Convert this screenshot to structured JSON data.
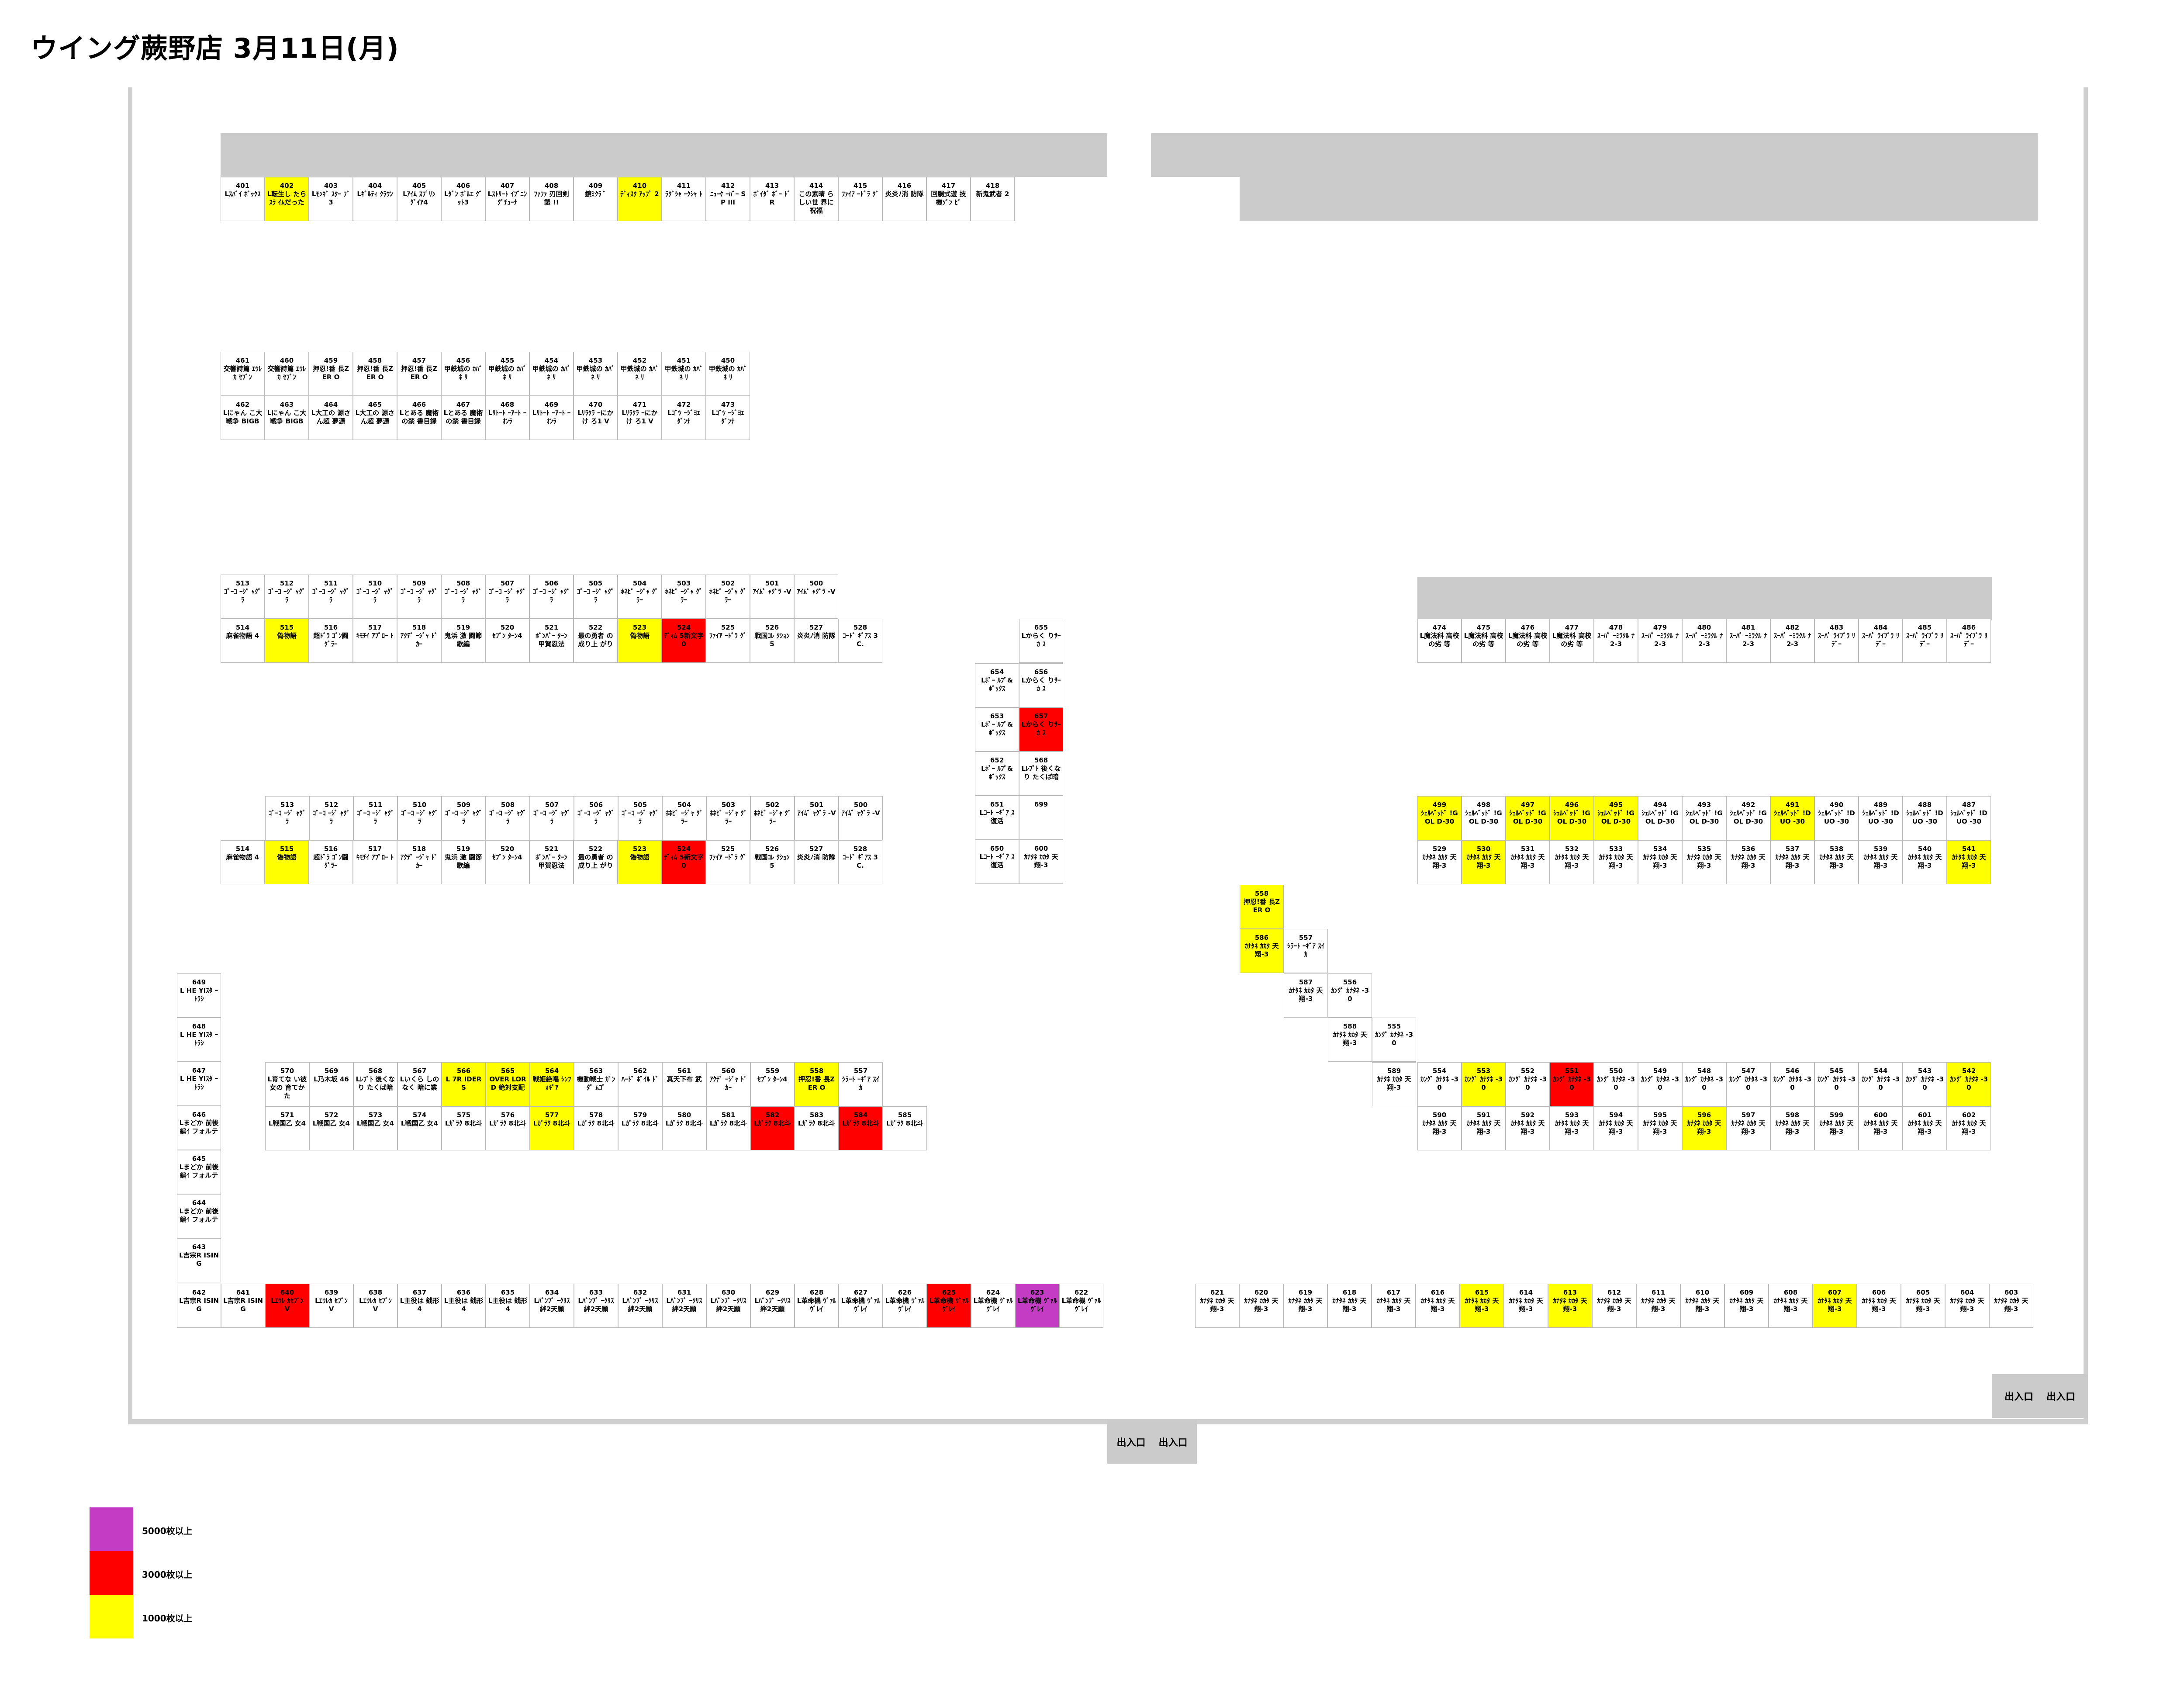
{
  "title": "ウイング蕨野店 3月11日(月)",
  "exits": [
    {
      "a": "出入口",
      "b": "出入口"
    },
    {
      "a": "出入口",
      "b": "出入口"
    }
  ],
  "legend": [
    {
      "label": "5000枚以上",
      "color": "#c33cc3"
    },
    {
      "label": "3000枚以上",
      "color": "#ff0000"
    },
    {
      "label": "1000枚以上",
      "color": "#ffff00"
    }
  ],
  "machine_layout": "Machine numbers with abbreviated machine names; background color indicates payout tier (see legend)."
}
